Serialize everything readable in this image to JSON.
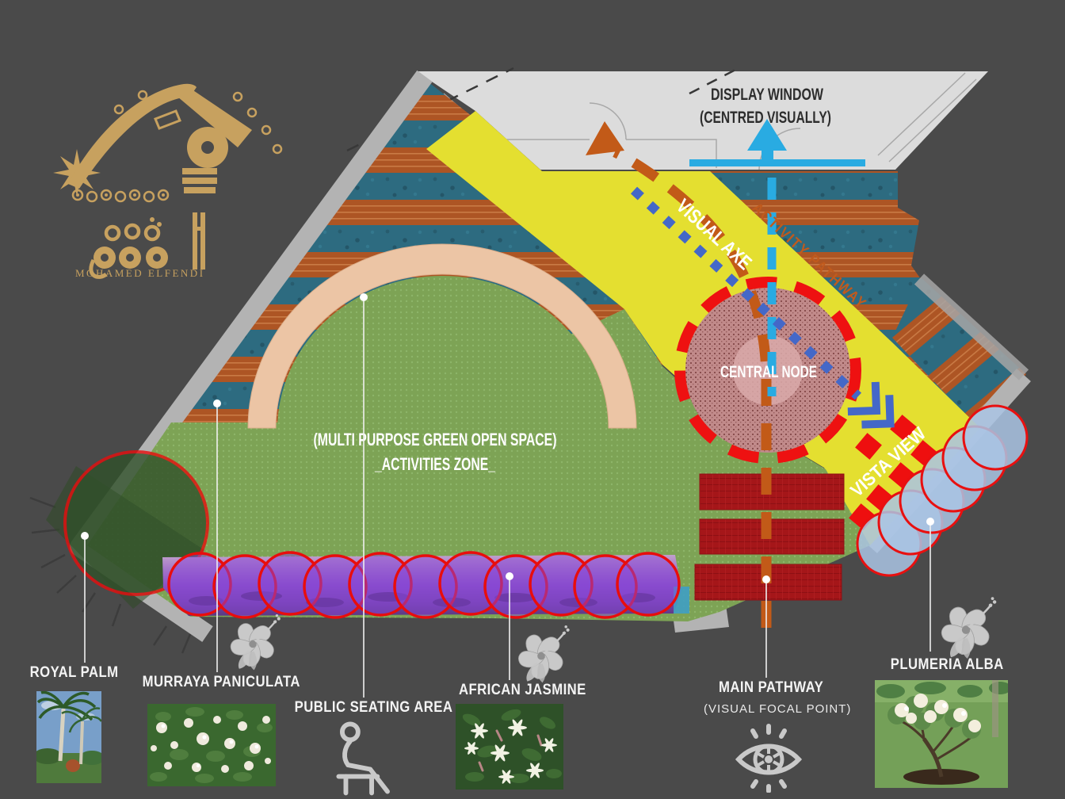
{
  "logo": {
    "wordmark": "MOHAMED ELFENDI"
  },
  "plan": {
    "display_window": {
      "line1": "DISPLAY WINDOW",
      "line2": "(CENTRED VISUALLY)"
    },
    "visual_axe": "VISUAL AXE",
    "activity_pathway": "ACTIVITY PATHWAY",
    "central_node": "CENTRAL NODE",
    "green_space": {
      "line1": "(MULTI PURPOSE GREEN OPEN SPACE)",
      "line2": "_ACTIVITIES ZONE_"
    },
    "vista_view": "VISTA VIEW"
  },
  "callouts": {
    "royal_palm": "ROYAL PALM",
    "murraya": "MURRAYA PANICULATA",
    "public_seating": "PUBLIC SEATING AREA",
    "african_jasmine": "AFRICAN JASMINE",
    "main_pathway": "MAIN PATHWAY",
    "main_pathway_sub": "(VISUAL FOCAL POINT)",
    "plumeria": "PLUMERIA ALBA"
  },
  "colors": {
    "background": "#4a4a4a",
    "pathway_yellow": "#e4df30",
    "bed_teal": "#2d6b80",
    "bed_orange": "#ad5524",
    "lawn_green": "#7da355",
    "arch_peach": "#ecc5a5",
    "node_fill": "#c18a8a",
    "accent_red": "#ee1111",
    "seating_red": "#a51619",
    "axis_blue": "#4468c8",
    "flow_orange": "#c25a18",
    "cyan": "#29abe2",
    "shrub_purple": "#8746d8",
    "logo_gold": "#c7a15f"
  }
}
